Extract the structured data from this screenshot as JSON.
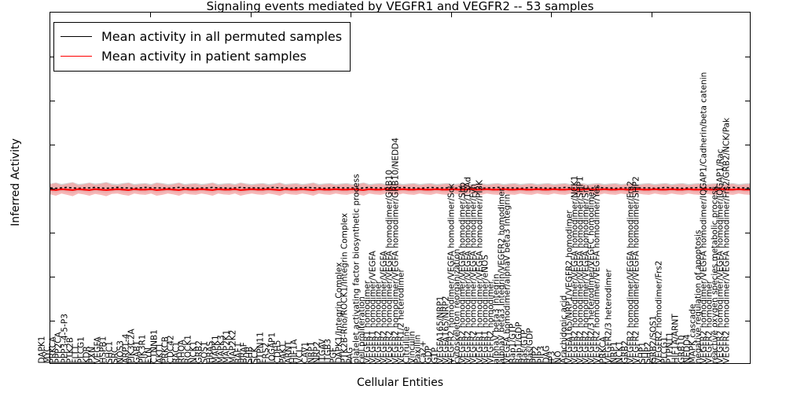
{
  "chart": {
    "title": "Signaling events mediated by VEGFR1 and VEGFR2 -- 53 samples",
    "xlabel": "Cellular Entities",
    "ylabel": "Inferred Activity"
  },
  "legend": {
    "items": [
      {
        "label": "Mean activity in all permuted samples",
        "color": "#000000"
      },
      {
        "label": "Mean activity in patient samples",
        "color": "#ff0000"
      }
    ]
  },
  "chart_data": {
    "type": "line",
    "title": "Signaling events mediated by VEGFR1 and VEGFR2 -- 53 samples",
    "xlabel": "Cellular Entities",
    "ylabel": "Inferred Activity",
    "ylim": [
      -4,
      4
    ],
    "yticks": [
      -4,
      -3,
      -2,
      -1,
      0,
      1,
      2,
      3,
      4
    ],
    "grid": false,
    "legend_position": "upper left",
    "sample_count": 53,
    "band_colors": {
      "permuted": "#c8c8c8",
      "patient": "#f4a0a0",
      "patient_line": "#ff0000",
      "permuted_line": "#000000"
    },
    "categories": [
      "DAPK1",
      "MYC",
      "PRKCA",
      "PPP2CA",
      "PPP3-4-5-P3",
      "PTK2B",
      "FLT1",
      "PLCG1",
      "KDR",
      "PXN",
      "VEGFA",
      "HSPB1",
      "SHC1",
      "SRC",
      "NOS3",
      "ARP1-4",
      "PIK3C2A",
      "GAB1",
      "PIK3R1",
      "FYN",
      "CTNNB1",
      "AKT1",
      "PRKCB",
      "CDC42",
      "RAC1",
      "RHOA",
      "ROCK1",
      "NCK1",
      "GRB2",
      "SOS1",
      "HRAS",
      "MAPK1",
      "MAPK3",
      "MAP2K1",
      "MAP2K2",
      "RAF1",
      "BRAF",
      "SHB",
      "SCK",
      "PTPN11",
      "FRS2",
      "IQGAP1",
      "CDH5",
      "PAK1",
      "ARNT",
      "HIF1A",
      "VCL",
      "CAV1",
      "NRP1",
      "NRP2",
      "ITGAV",
      "ITGB3",
      "PGF",
      "DAPK1/Integrin Complex",
      "PTK2B-Rho/ROCK1/Integrin Complex",
      "PAG",
      "platelet activating factor biosynthetic process",
      "cell proliferation",
      "VEGFR1 homodimer",
      "VEGFR1 homodimer/VEGFA",
      "VEGFR2 homodimer",
      "VEGFR2 homodimer/VEGFA",
      "VEGFR2 homodimer/VEGFA homodimer/GRB10",
      "VEGFR2 homodimer/VEGFA homodimer/GRB10/NEDD4",
      "VEGFR1/2 heterodimer",
      "Citrulline",
      "Vinculin",
      "Paxillin",
      "Ca2+",
      "GDP",
      "GTP",
      "VEGFA165/NRP1",
      "VEGFA165/NRP2",
      "VEGFR2 homodimer/VEGFA homodimer/Sck",
      "cytoskeleton reorganization",
      "VEGFR2 homodimer/VEGFA homodimer/Shb",
      "VEGFR2 homodimer/VEGFA homodimer/TSAd",
      "VEGFR2 homodimer/VEGFA homodimer/Fyn",
      "VEGFR1 homodimer/VEGFA homodimer/PI3K",
      "VEGFR1 homodimer/eNOS",
      "VEGFR2 homodimer",
      "alphaV beta3 Integrin",
      "alphaV beta3 Integrin/VEGFR2 homodimer",
      "VEGFA homodimer/alphaV beta3 Integrin",
      "Rap1/GTP",
      "Rap1/GDP",
      "Ras/GTP",
      "Ras/GDP",
      "PIP2",
      "PIP3",
      "DAG",
      "IP3",
      "NO",
      "Arachidonic acid",
      "VEGFA165/NRP1/VEGFR2 homodimer",
      "VEGFR2 homodimer/VEGFA homodimer/NCK1",
      "VEGFR2 homodimer/VEGFA homodimer/SHP1",
      "VEGFR2 homodimer/VEGFA homodimer/Src",
      "VEGFR2/3 heterodimer/VEGFC homodimer",
      "VEGFR2 homodimer/VEGFA homodimer/Yes",
      "PRKCA",
      "VEGFR2/3 heterodimer",
      "NRP1",
      "NCK1",
      "GRB2",
      "VEGFR2 homodimer/VEGFA homodimer/Frs2",
      "VEGFR2 homodimer/VEGFA homodimer/SHP2",
      "SHP1",
      "SHP2",
      "GRB2/SOS1",
      "VEGFR2 homodimer/Frs2",
      "PLCG1",
      "PTPN11",
      "HIF1A/ARNT",
      "GRB10",
      "NEDD4",
      "MAPK cascade",
      "negative regulation of apoptosis",
      "VEGFR2 homodimer/VEGFA homodimer/IQGAP1/Cadherin/beta catenin",
      "VEGFR2 homodimer",
      "reactive oxygen species metabolic process",
      "VEGFR2 homodimer/VEGFA homodimer/IQGAP1/Rac",
      "VEGFR2 homodimer/VEGFA homodimer/Frs2/GRB2/NCK/Pak"
    ],
    "series": [
      {
        "name": "Mean activity in all permuted samples",
        "color": "#000000",
        "style": "dotted",
        "values": [
          0.0,
          -0.01,
          0.0,
          0.01,
          0.0,
          -0.01,
          0.0,
          0.0,
          0.01,
          0.0,
          -0.01,
          0.0,
          0.01,
          0.0,
          0.0,
          -0.01,
          0.0,
          0.01,
          0.0,
          0.0,
          0.0,
          -0.01,
          0.0,
          0.01,
          0.0,
          0.0,
          -0.01,
          0.0,
          0.0,
          0.01,
          0.0,
          0.0,
          -0.01,
          0.0,
          0.01,
          0.0,
          0.0,
          0.0,
          -0.01,
          0.0,
          0.01,
          0.0,
          0.0,
          -0.01,
          0.0,
          0.0,
          0.01,
          0.0,
          0.0,
          -0.01,
          0.0,
          0.01,
          0.0,
          0.0,
          0.0,
          -0.01,
          0.0,
          0.01,
          0.0,
          0.0,
          -0.01,
          0.0,
          0.0,
          0.01,
          0.0,
          0.0,
          -0.01,
          0.0,
          0.01,
          0.0,
          0.0,
          0.0,
          -0.01,
          0.0,
          0.01,
          0.0,
          0.0,
          -0.01,
          0.0,
          0.0,
          0.01,
          0.0,
          0.0,
          0.0,
          -0.01,
          0.0,
          0.01,
          0.0,
          0.0,
          -0.01,
          0.0,
          0.0,
          0.01,
          0.0,
          0.0,
          0.0,
          -0.01,
          0.0,
          0.01,
          0.0,
          0.0,
          -0.01,
          0.0,
          0.0,
          0.01,
          0.0,
          0.0,
          0.0,
          -0.01,
          0.0,
          0.01,
          0.0,
          0.0,
          -0.01,
          0.0,
          0.0,
          0.01,
          0.0,
          0.0,
          0.0,
          -0.01,
          0.0,
          0.01,
          0.0,
          0.0,
          0.0
        ]
      },
      {
        "name": "Mean activity in patient samples",
        "color": "#ff0000",
        "style": "solid",
        "values": [
          -0.04,
          -0.05,
          -0.03,
          -0.04,
          -0.05,
          -0.03,
          -0.04,
          -0.05,
          -0.03,
          -0.04,
          -0.05,
          -0.04,
          -0.03,
          -0.04,
          -0.05,
          -0.03,
          -0.04,
          -0.04,
          -0.03,
          -0.05,
          -0.04,
          -0.03,
          -0.04,
          -0.05,
          -0.03,
          -0.04,
          -0.04,
          -0.03,
          -0.04,
          -0.05,
          -0.03,
          -0.04,
          -0.04,
          -0.03,
          -0.05,
          -0.04,
          -0.03,
          -0.04,
          -0.04,
          -0.03,
          -0.04,
          -0.05,
          -0.03,
          -0.04,
          -0.04,
          -0.03,
          -0.04,
          -0.05,
          -0.03,
          -0.04,
          -0.04,
          -0.03,
          -0.04,
          -0.04,
          -0.03,
          -0.04,
          -0.05,
          -0.03,
          -0.04,
          -0.04,
          -0.03,
          -0.04,
          -0.04,
          -0.03,
          -0.04,
          -0.04,
          -0.03,
          -0.04,
          -0.04,
          -0.03,
          -0.04,
          -0.04,
          -0.03,
          -0.04,
          -0.04,
          -0.03,
          -0.04,
          -0.04,
          -0.03,
          -0.04,
          -0.04,
          -0.03,
          -0.04,
          -0.04,
          -0.03,
          -0.04,
          -0.04,
          -0.03,
          -0.04,
          -0.04,
          -0.03,
          -0.04,
          -0.04,
          -0.03,
          -0.04,
          -0.04,
          -0.03,
          -0.04,
          -0.04,
          -0.03,
          -0.04,
          -0.04,
          -0.03,
          -0.04,
          -0.04,
          -0.03,
          -0.04,
          -0.04,
          -0.03,
          -0.04,
          -0.04,
          -0.03,
          -0.04,
          -0.04,
          -0.03,
          -0.04,
          -0.04,
          -0.03,
          -0.04,
          -0.04,
          -0.03,
          -0.04,
          -0.04,
          -0.03,
          -0.04,
          -0.04
        ]
      }
    ],
    "bands": [
      {
        "name": "permuted samples spread",
        "color": "#c8c8c8",
        "upper": [
          0.1,
          0.12,
          0.09,
          0.11,
          0.13,
          0.09,
          0.1,
          0.12,
          0.1,
          0.11,
          0.13,
          0.1,
          0.09,
          0.11,
          0.12,
          0.09,
          0.1,
          0.11,
          0.09,
          0.12,
          0.11,
          0.09,
          0.1,
          0.12,
          0.09,
          0.1,
          0.11,
          0.09,
          0.1,
          0.12,
          0.09,
          0.1,
          0.11,
          0.09,
          0.12,
          0.1,
          0.09,
          0.1,
          0.11,
          0.09,
          0.1,
          0.12,
          0.09,
          0.1,
          0.11,
          0.09,
          0.1,
          0.12,
          0.09,
          0.1,
          0.11,
          0.09,
          0.1,
          0.11,
          0.09,
          0.1,
          0.12,
          0.09,
          0.1,
          0.11,
          0.09,
          0.1,
          0.11,
          0.09,
          0.1,
          0.11,
          0.09,
          0.1,
          0.11,
          0.09,
          0.1,
          0.11,
          0.09,
          0.1,
          0.11,
          0.09,
          0.1,
          0.11,
          0.09,
          0.1,
          0.11,
          0.09,
          0.1,
          0.11,
          0.09,
          0.1,
          0.11,
          0.09,
          0.1,
          0.11,
          0.09,
          0.1,
          0.11,
          0.09,
          0.1,
          0.11,
          0.09,
          0.1,
          0.11,
          0.09,
          0.1,
          0.11,
          0.09,
          0.1,
          0.11,
          0.09,
          0.1,
          0.11,
          0.09,
          0.1,
          0.11,
          0.09,
          0.1,
          0.11,
          0.09,
          0.1,
          0.11,
          0.09,
          0.1,
          0.11,
          0.09,
          0.1,
          0.11,
          0.09,
          0.1,
          0.11
        ],
        "lower": [
          -0.1,
          -0.12,
          -0.09,
          -0.11,
          -0.13,
          -0.09,
          -0.1,
          -0.12,
          -0.1,
          -0.11,
          -0.13,
          -0.1,
          -0.09,
          -0.11,
          -0.12,
          -0.09,
          -0.1,
          -0.11,
          -0.09,
          -0.12,
          -0.11,
          -0.09,
          -0.1,
          -0.12,
          -0.09,
          -0.1,
          -0.11,
          -0.09,
          -0.1,
          -0.12,
          -0.09,
          -0.1,
          -0.11,
          -0.09,
          -0.12,
          -0.1,
          -0.09,
          -0.1,
          -0.11,
          -0.09,
          -0.1,
          -0.12,
          -0.09,
          -0.1,
          -0.11,
          -0.09,
          -0.1,
          -0.12,
          -0.09,
          -0.1,
          -0.11,
          -0.09,
          -0.1,
          -0.11,
          -0.09,
          -0.1,
          -0.12,
          -0.09,
          -0.1,
          -0.11,
          -0.09,
          -0.1,
          -0.11,
          -0.09,
          -0.1,
          -0.11,
          -0.09,
          -0.1,
          -0.11,
          -0.09,
          -0.1,
          -0.11,
          -0.09,
          -0.1,
          -0.11,
          -0.09,
          -0.1,
          -0.11,
          -0.09,
          -0.1,
          -0.11,
          -0.09,
          -0.1,
          -0.11,
          -0.09,
          -0.1,
          -0.11,
          -0.09,
          -0.1,
          -0.11,
          -0.09,
          -0.1,
          -0.11,
          -0.09,
          -0.1,
          -0.11,
          -0.09,
          -0.1,
          -0.11,
          -0.09,
          -0.1,
          -0.11,
          -0.09,
          -0.1,
          -0.11,
          -0.09,
          -0.1,
          -0.11,
          -0.09,
          -0.1,
          -0.11,
          -0.09,
          -0.1,
          -0.11,
          -0.09,
          -0.1,
          -0.11,
          -0.09,
          -0.1,
          -0.11,
          -0.09,
          -0.1,
          -0.11,
          -0.09,
          -0.1,
          -0.11
        ]
      },
      {
        "name": "patient samples spread",
        "color": "#f4a0a0",
        "upper": [
          0.08,
          0.11,
          0.06,
          0.09,
          0.12,
          0.06,
          0.08,
          0.11,
          0.07,
          0.09,
          0.12,
          0.07,
          0.06,
          0.09,
          0.11,
          0.06,
          0.08,
          0.09,
          0.06,
          0.11,
          0.09,
          0.06,
          0.08,
          0.11,
          0.06,
          0.08,
          0.09,
          0.06,
          0.08,
          0.11,
          0.06,
          0.08,
          0.09,
          0.06,
          0.11,
          0.08,
          0.06,
          0.08,
          0.09,
          0.06,
          0.08,
          0.11,
          0.06,
          0.08,
          0.09,
          0.06,
          0.08,
          0.11,
          0.06,
          0.08,
          0.09,
          0.06,
          0.08,
          0.09,
          0.06,
          0.08,
          0.11,
          0.06,
          0.08,
          0.09,
          0.06,
          0.08,
          0.09,
          0.06,
          0.08,
          0.09,
          0.06,
          0.08,
          0.09,
          0.06,
          0.08,
          0.09,
          0.06,
          0.08,
          0.09,
          0.06,
          0.08,
          0.09,
          0.06,
          0.08,
          0.09,
          0.06,
          0.08,
          0.09,
          0.06,
          0.08,
          0.09,
          0.06,
          0.08,
          0.09,
          0.06,
          0.08,
          0.09,
          0.06,
          0.08,
          0.09,
          0.06,
          0.08,
          0.09,
          0.06,
          0.08,
          0.09,
          0.06,
          0.08,
          0.09,
          0.06,
          0.08,
          0.09,
          0.06,
          0.08,
          0.09,
          0.06,
          0.08,
          0.09,
          0.06,
          0.08,
          0.09,
          0.06,
          0.08,
          0.09,
          0.06,
          0.08,
          0.09,
          0.06,
          0.08,
          0.09
        ],
        "lower": [
          -0.15,
          -0.18,
          -0.13,
          -0.16,
          -0.19,
          -0.13,
          -0.15,
          -0.18,
          -0.14,
          -0.16,
          -0.19,
          -0.14,
          -0.13,
          -0.16,
          -0.18,
          -0.13,
          -0.15,
          -0.16,
          -0.13,
          -0.18,
          -0.16,
          -0.13,
          -0.15,
          -0.18,
          -0.13,
          -0.15,
          -0.16,
          -0.13,
          -0.15,
          -0.18,
          -0.13,
          -0.15,
          -0.16,
          -0.13,
          -0.18,
          -0.15,
          -0.13,
          -0.15,
          -0.16,
          -0.13,
          -0.15,
          -0.18,
          -0.13,
          -0.15,
          -0.16,
          -0.13,
          -0.15,
          -0.18,
          -0.13,
          -0.15,
          -0.16,
          -0.13,
          -0.15,
          -0.16,
          -0.13,
          -0.15,
          -0.18,
          -0.13,
          -0.15,
          -0.16,
          -0.13,
          -0.15,
          -0.16,
          -0.13,
          -0.15,
          -0.16,
          -0.13,
          -0.15,
          -0.16,
          -0.13,
          -0.15,
          -0.16,
          -0.13,
          -0.15,
          -0.16,
          -0.13,
          -0.15,
          -0.16,
          -0.13,
          -0.15,
          -0.16,
          -0.13,
          -0.15,
          -0.16,
          -0.13,
          -0.15,
          -0.16,
          -0.13,
          -0.15,
          -0.16,
          -0.13,
          -0.15,
          -0.16,
          -0.13,
          -0.15,
          -0.16,
          -0.13,
          -0.15,
          -0.16,
          -0.13,
          -0.15,
          -0.16,
          -0.13,
          -0.15,
          -0.16,
          -0.13,
          -0.15,
          -0.16,
          -0.13,
          -0.15,
          -0.16,
          -0.13,
          -0.15,
          -0.16,
          -0.13,
          -0.15,
          -0.16,
          -0.13,
          -0.15,
          -0.16,
          -0.13,
          -0.15,
          -0.16,
          -0.13,
          -0.15,
          -0.16
        ]
      }
    ]
  }
}
